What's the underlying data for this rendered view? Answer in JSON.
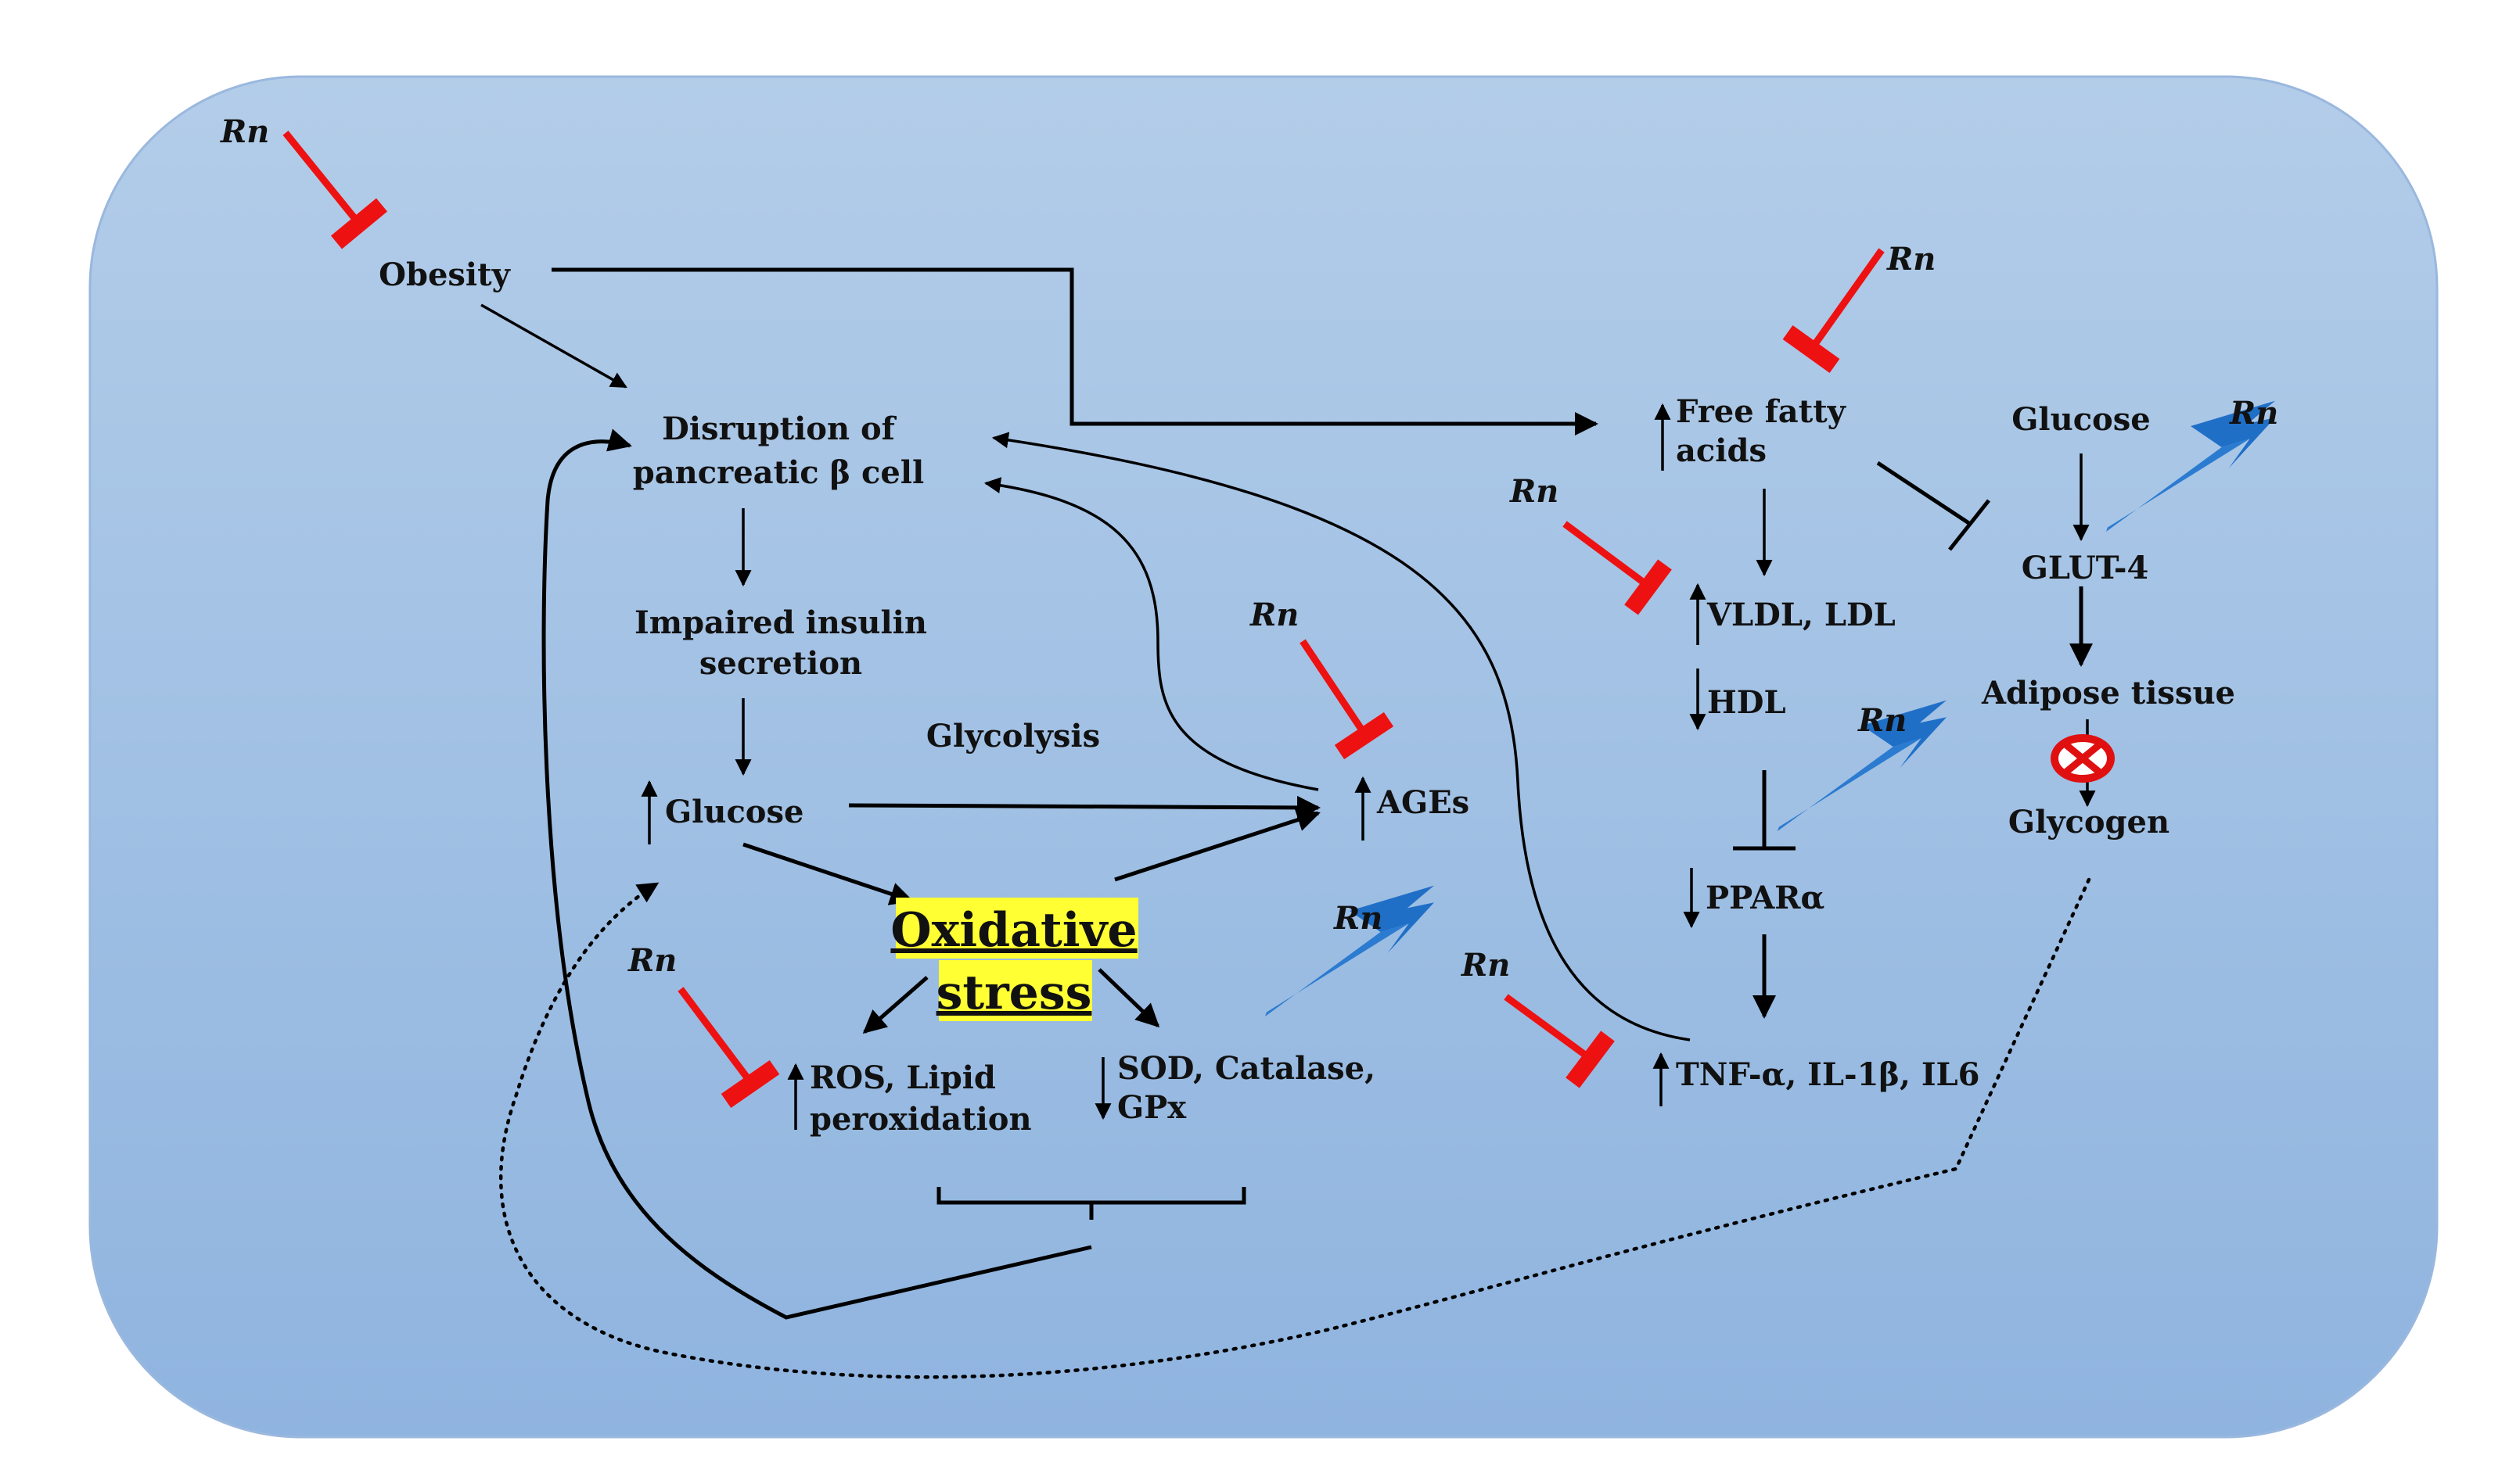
{
  "labels": {
    "obesity": "Obesity",
    "beta_cell_1": "Disruption of",
    "beta_cell_2": "pancreatic β cell",
    "impaired_1": "Impaired insulin",
    "impaired_2": "secretion",
    "glucose": "Glucose",
    "glycolysis": "Glycolysis",
    "oxidative_1": "Oxidative",
    "oxidative_2": "stress",
    "ros_1": "ROS, Lipid",
    "ros_2": "peroxidation",
    "sod_1": "SOD, Catalase,",
    "sod_2": "GPx",
    "ages": "AGEs",
    "ffa_1": "Free fatty",
    "ffa_2": "acids",
    "vldl": "VLDL, LDL",
    "hdl": "HDL",
    "ppar": "PPARα",
    "tnf": "TNF-α, IL-1β, IL6",
    "glucose_right": "Glucose",
    "glut4": "GLUT-4",
    "adipose": "Adipose tissue",
    "glycogen": "Glycogen"
  },
  "agent_label": "Rn",
  "colors": {
    "background_top": "#b3cde9",
    "background_bottom": "#8fb4df",
    "inhibition": "#ee1111",
    "stimulation": "#1f6fc7",
    "highlight": "#ffff33",
    "blocked": "#e01010"
  }
}
